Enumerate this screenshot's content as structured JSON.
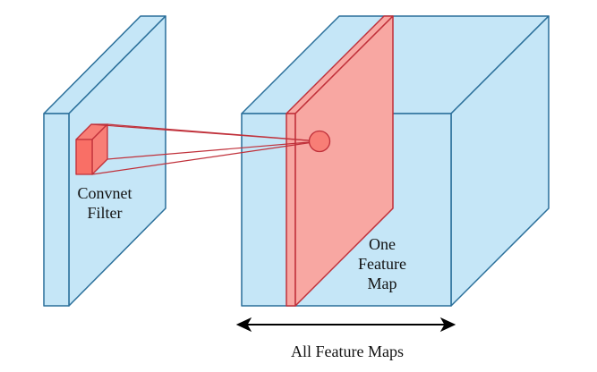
{
  "labels": {
    "convnet_filter_line1": "Convnet",
    "convnet_filter_line2": "Filter",
    "one_feature_map_line1": "One",
    "one_feature_map_line2": "Feature",
    "one_feature_map_line3": "Map",
    "all_feature_maps": "All Feature Maps"
  },
  "colors": {
    "volume_fill": "#c5e6f7",
    "volume_stroke": "#2a6f9a",
    "highlight_fill": "#f8a7a2",
    "highlight_stroke": "#c0303a",
    "arrow": "#000000"
  }
}
